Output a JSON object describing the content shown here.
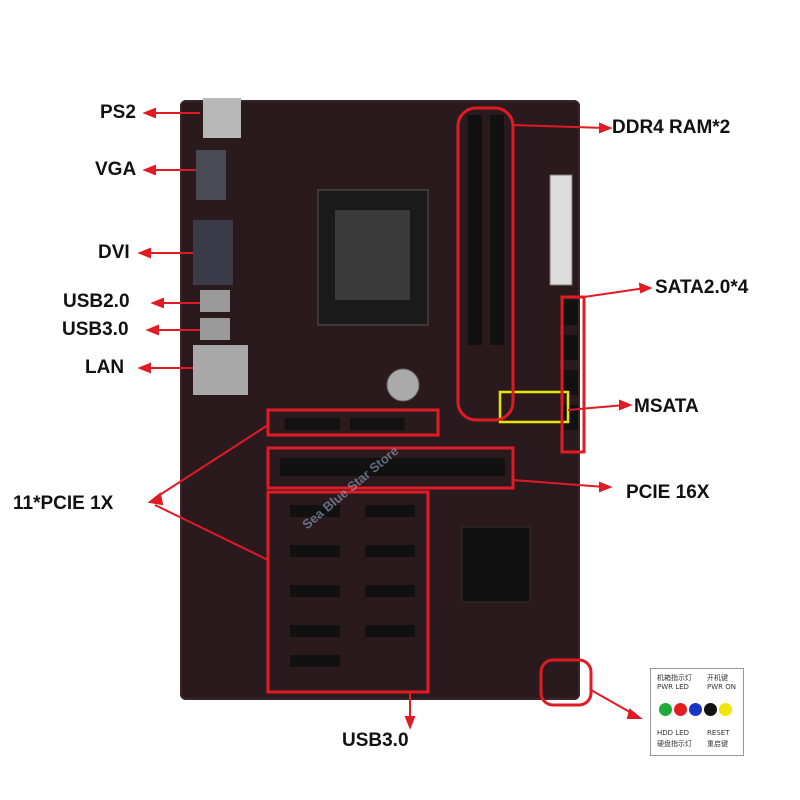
{
  "labels": {
    "ps2": "PS2",
    "vga": "VGA",
    "dvi": "DVI",
    "usb2": "USB2.0",
    "usb3_rear": "USB3.0",
    "lan": "LAN",
    "ddr4": "DDR4 RAM*2",
    "sata": "SATA2.0*4",
    "msata": "MSATA",
    "pcie16": "PCIE 16X",
    "pcie1": "11*PCIE 1X",
    "usb3_front": "USB3.0"
  },
  "watermark": "Sea Blue Star Store",
  "legend": {
    "top_left": "机箱指示灯",
    "top_right": "开机键",
    "pwr_led": "PWR LED",
    "pwr_on": "PWR ON",
    "hdd_led": "HDD LED",
    "reset": "RESET",
    "reset_cn": "重启键",
    "hdd_cn": "硬盘指示灯",
    "pin_colors": [
      "#1faa3a",
      "#e02020",
      "#1a36c8",
      "#111111",
      "#f2e600"
    ]
  },
  "colors": {
    "annotation": "#e01b24",
    "msata_box": "#e6e600",
    "board": "#2b1a1d",
    "slot": "#111111"
  }
}
